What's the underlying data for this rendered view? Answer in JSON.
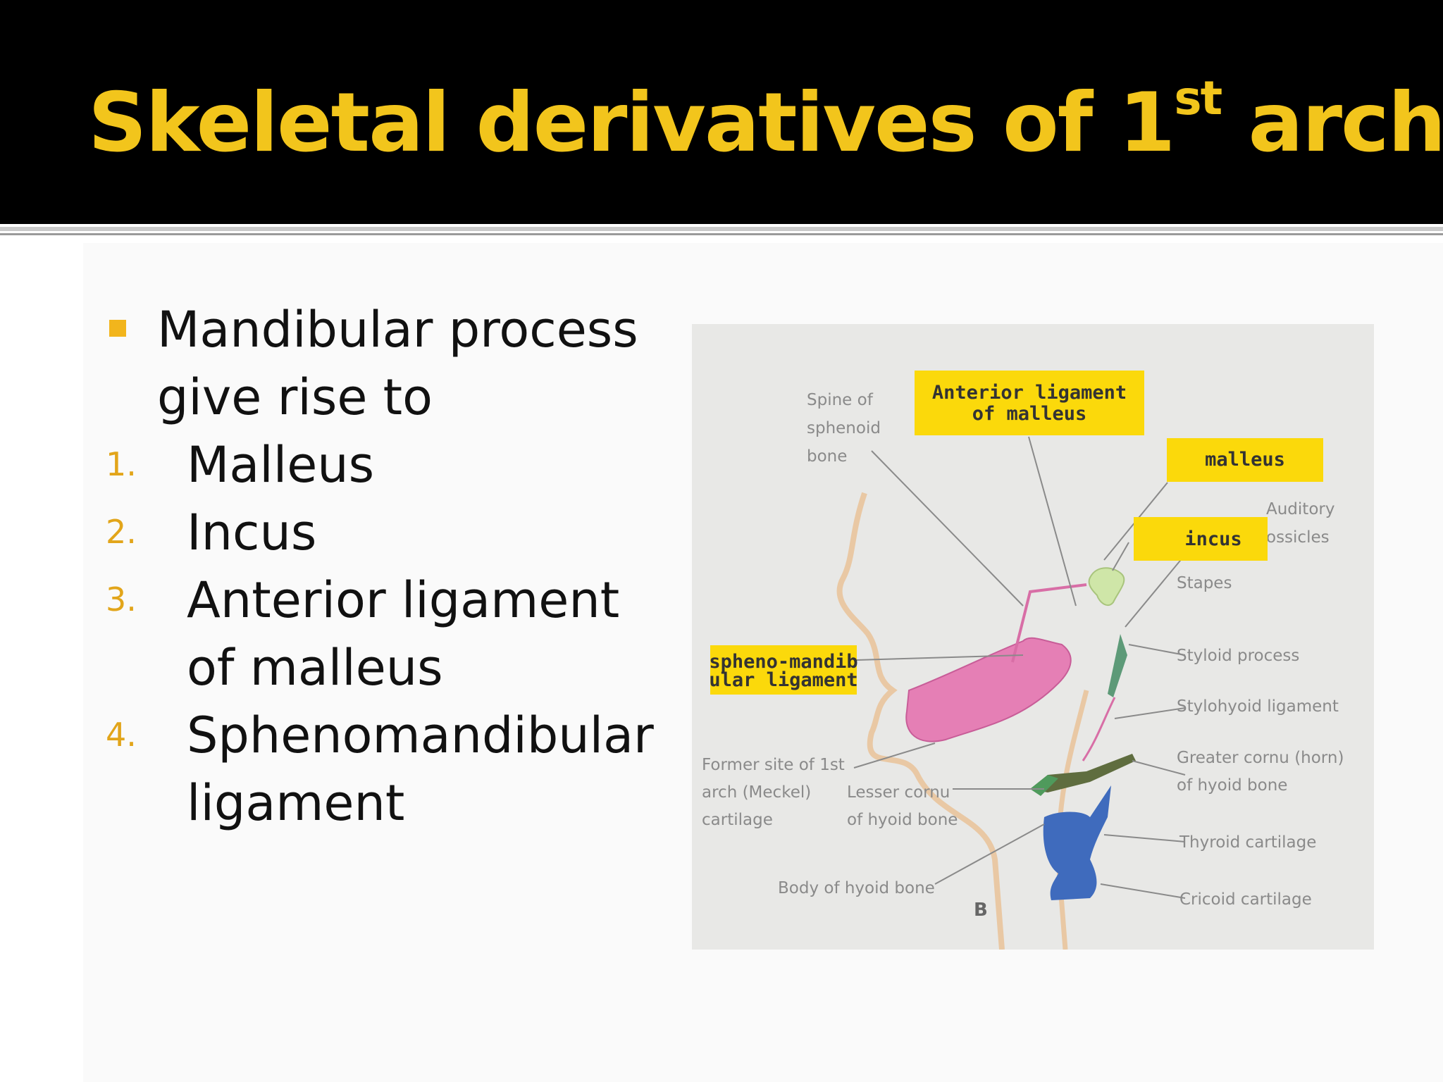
{
  "slide": {
    "title_main": "Skeletal derivatives of 1",
    "title_sup": "st",
    "title_end": " arch"
  },
  "content": {
    "intro": "Mandibular process give rise to",
    "items": [
      {
        "num": "1.",
        "text": "Malleus"
      },
      {
        "num": "2.",
        "text": "Incus"
      },
      {
        "num": "3.",
        "text": "Anterior ligament of malleus"
      },
      {
        "num": "4.",
        "text": "Sphenomandibular ligament"
      }
    ]
  },
  "figure": {
    "highlight_labels": {
      "anterior_ligament_line1": "Anterior ligament",
      "anterior_ligament_line2": "of malleus",
      "malleus": "malleus",
      "incus": "incus",
      "spheno_line1": "spheno-mandib",
      "spheno_line2": "ular ligament"
    },
    "labels": {
      "spine_1": "Spine of",
      "spine_2": "sphenoid",
      "spine_3": "bone",
      "auditory_1": "Auditory",
      "auditory_2": "ossicles",
      "stapes": "Stapes",
      "styloid_process": "Styloid process",
      "stylohyoid_ligament": "Stylohyoid ligament",
      "greater_cornu_1": "Greater cornu (horn)",
      "greater_cornu_2": "of hyoid bone",
      "former_site_1": "Former site of 1st",
      "former_site_2": "arch (Meckel)",
      "former_site_3": "cartilage",
      "lesser_cornu_1": "Lesser cornu",
      "lesser_cornu_2": "of hyoid bone",
      "thyroid_cartilage": "Thyroid cartilage",
      "cricoid_cartilage": "Cricoid cartilage",
      "body_hyoid": "Body of hyoid bone",
      "panel_letter": "B"
    }
  }
}
